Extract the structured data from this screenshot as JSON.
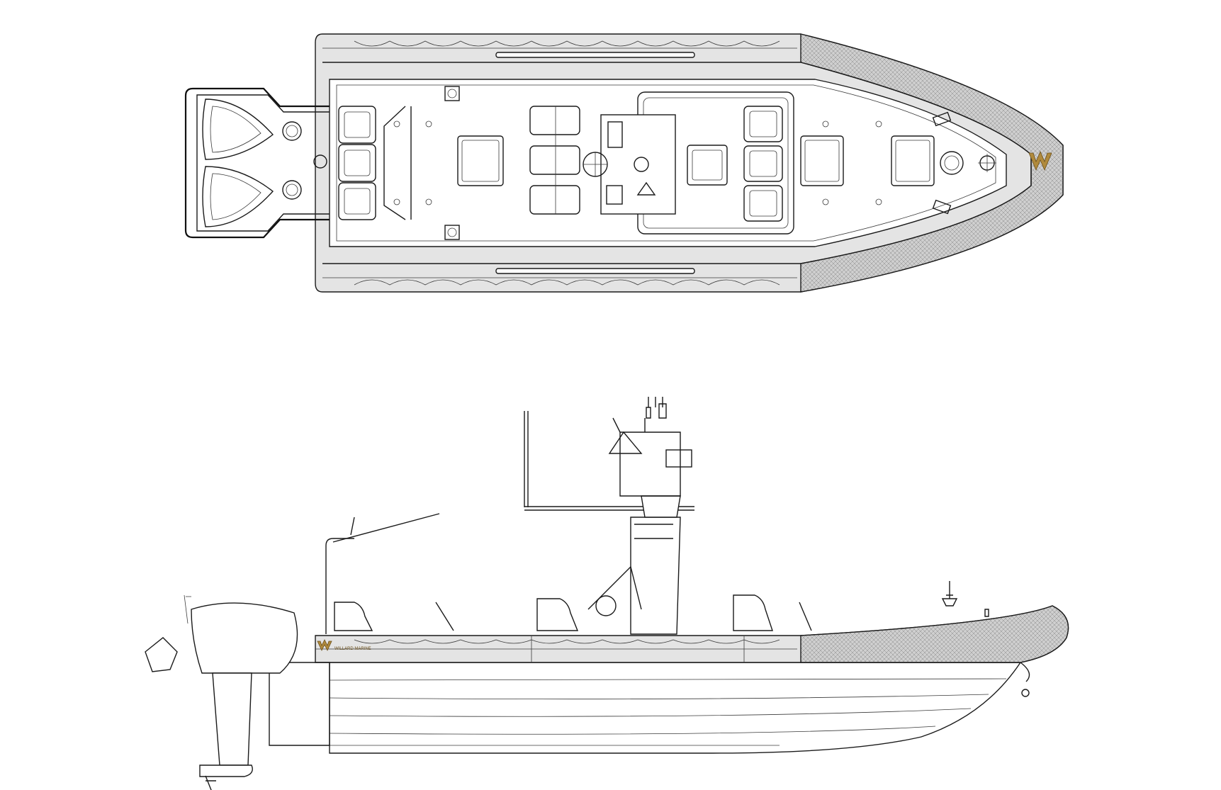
{
  "drawing": {
    "views": [
      "top-plan-view",
      "side-profile-view"
    ],
    "colors": {
      "line": "#1a1a1a",
      "tube_fill": "#e4e4e4",
      "mesh_fill": "#9c9c9c",
      "logo": "#b08a3c",
      "background": "#ffffff"
    },
    "logo_text": "WILLARD MARINE",
    "icons": [
      "steering-wheel-icon",
      "hatch-icon",
      "cleat-icon",
      "brand-logo"
    ]
  }
}
